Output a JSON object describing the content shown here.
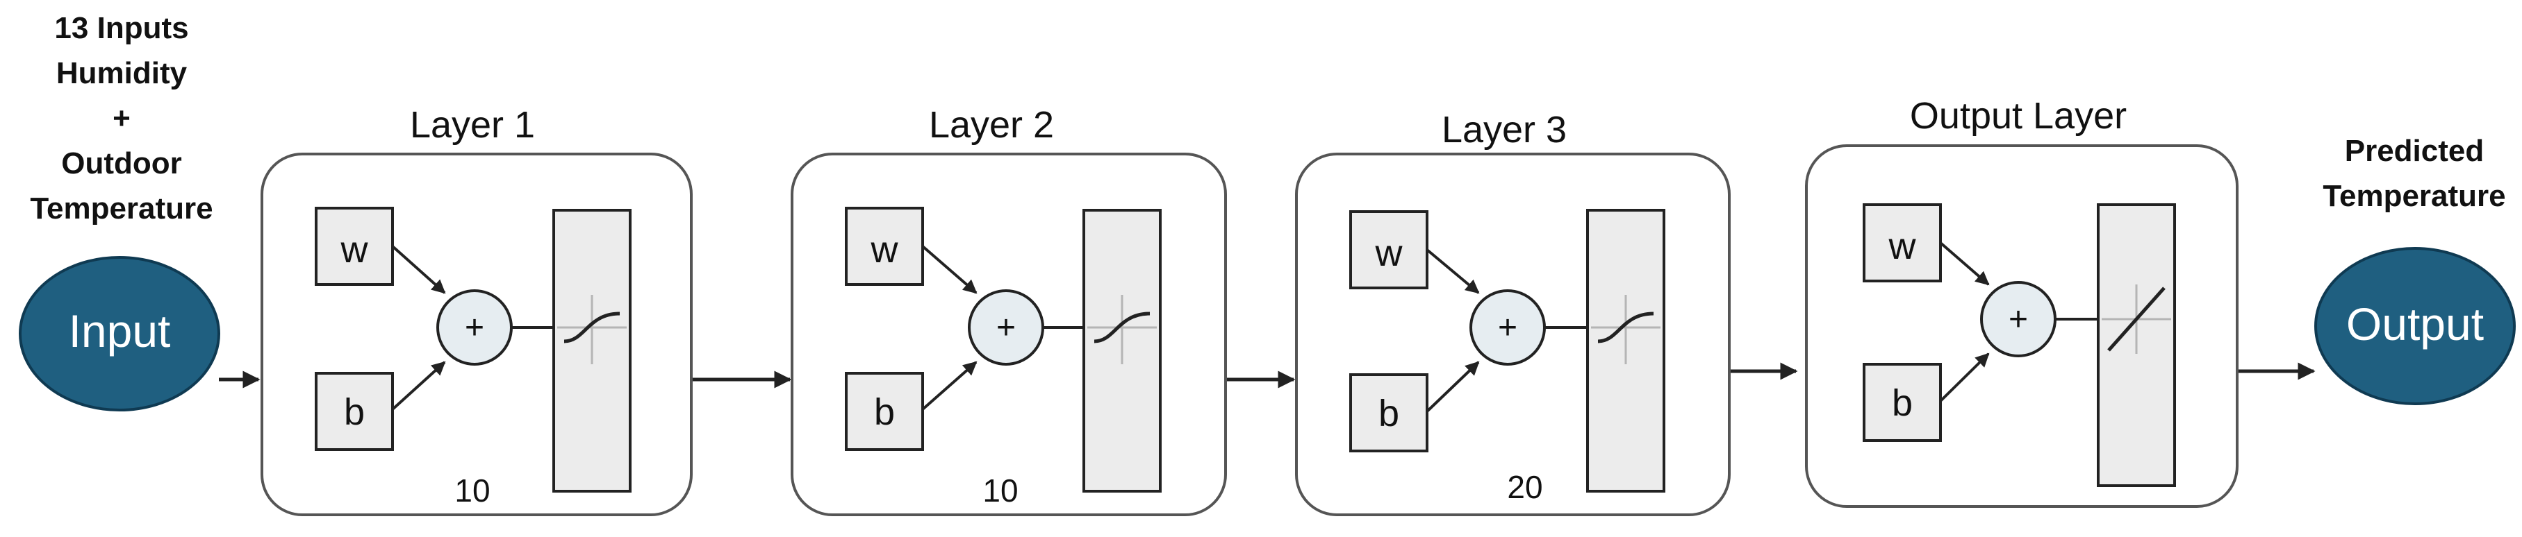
{
  "input_label_lines": [
    "13 Inputs",
    "Humidity",
    "+",
    "Outdoor",
    "Temperature"
  ],
  "input_node": "Input",
  "output_label_lines": [
    "Predicted",
    "Temperature"
  ],
  "output_node": "Output",
  "layers": [
    {
      "title": "Layer 1",
      "neurons": "10",
      "weight": "w",
      "bias": "b",
      "sum": "+",
      "activation": "tansig"
    },
    {
      "title": "Layer 2",
      "neurons": "10",
      "weight": "w",
      "bias": "b",
      "sum": "+",
      "activation": "tansig"
    },
    {
      "title": "Layer 3",
      "neurons": "20",
      "weight": "w",
      "bias": "b",
      "sum": "+",
      "activation": "tansig"
    },
    {
      "title": "Output Layer",
      "neurons": "",
      "weight": "w",
      "bias": "b",
      "sum": "+",
      "activation": "purelin"
    }
  ],
  "colors": {
    "node_fill": "#1f5f80",
    "node_stroke": "#0f3a52",
    "box_fill": "#ececec",
    "sum_fill": "#e6edf1",
    "line": "#222222"
  }
}
